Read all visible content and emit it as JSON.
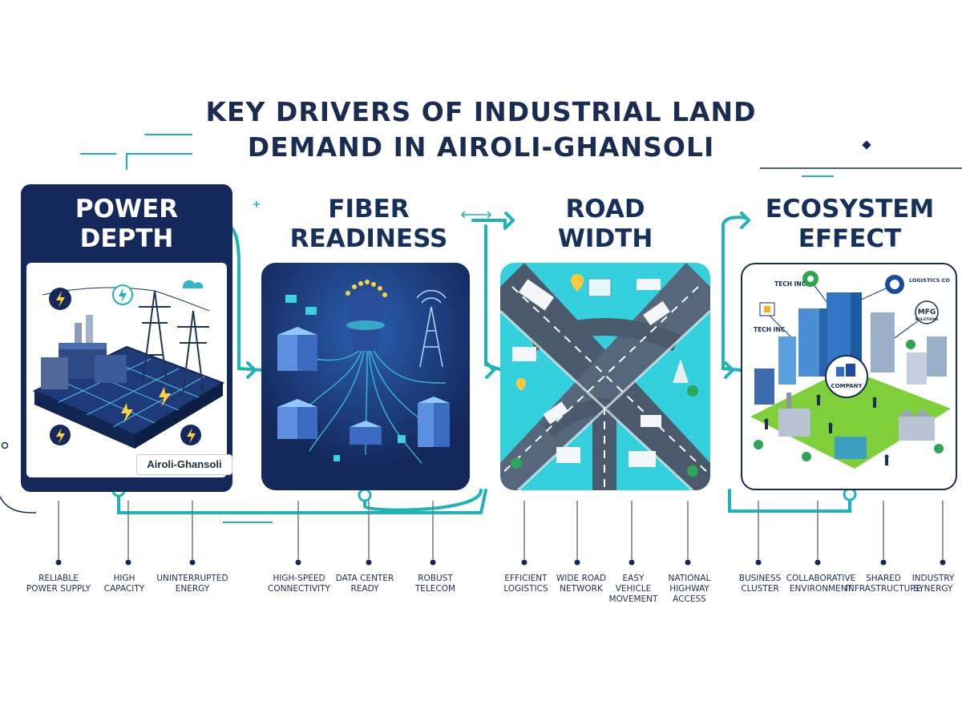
{
  "title": {
    "line1": "KEY DRIVERS OF INDUSTRIAL LAND",
    "line2": "DEMAND IN AIROLI-GHANSOLI"
  },
  "colors": {
    "navy": "#13285a",
    "teal": "#1fb3b8",
    "cyan": "#3ccfdc",
    "title": "#1b2c52"
  },
  "drivers": [
    {
      "heading_line1": "POWER",
      "heading_line2": "DEPTH",
      "illustration": "power-substation-grid",
      "badge": "Airoli-Ghansoli",
      "labels": [
        "Reliable\nPower Supply",
        "High\nCapacity",
        "Uninterrupted\nEnergy"
      ]
    },
    {
      "heading_line1": "FIBER",
      "heading_line2": "READINESS",
      "illustration": "fiber-data-network",
      "labels": [
        "High-Speed\nConnectivity",
        "Data Center\nReady",
        "Robust\nTelecom"
      ]
    },
    {
      "heading_line1": "ROAD",
      "heading_line2": "WIDTH",
      "illustration": "highway-interchange",
      "labels": [
        "Efficient\nLogistics",
        "Wide Road\nNetwork",
        "Easy\nVehicle\nMovement",
        "National\nHighway\nAccess"
      ]
    },
    {
      "heading_line1": "ECOSYSTEM",
      "heading_line2": "EFFECT",
      "illustration": "business-ecosystem",
      "node_labels": [
        "TECH INC",
        "LOGISTICS CO",
        "TECH INC",
        "MFG",
        "SOLUTIONS",
        "COMPANY"
      ],
      "labels": [
        "Business\nCluster",
        "Collaborative\nEnvironment",
        "Shared\nInfrastructure",
        "Industry\nSynergy"
      ]
    }
  ]
}
